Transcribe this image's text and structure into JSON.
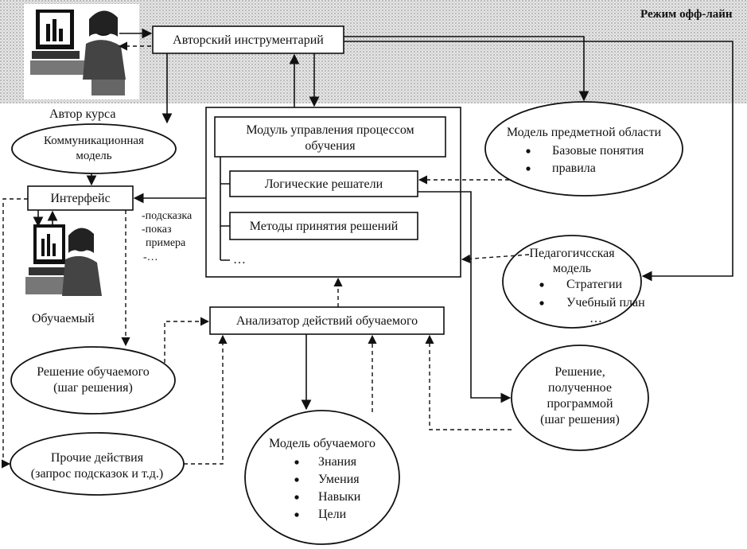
{
  "offline_mode": "Режим офф-лайн",
  "author": {
    "caption": "Автор курса"
  },
  "learner": {
    "caption": "Обучаемый"
  },
  "authoring_tools": "Авторский инструментарий",
  "communication_model": {
    "line1": "Коммуникационная",
    "line2": "модель"
  },
  "interface": "Интерфейс",
  "interface_outputs": [
    "-подсказка",
    "-показ",
    "примера",
    "-…"
  ],
  "control_module": {
    "title_line1": "Модуль управления процессом",
    "title_line2": "обучения",
    "logic_solvers": "Логические решатели",
    "decision_methods": "Методы принятия решений",
    "ellipsis": "…"
  },
  "domain_model": {
    "title": "Модель предметной области",
    "items": [
      "Базовые понятия",
      "правила"
    ]
  },
  "pedagogical_model": {
    "title_line1": "Педагогичсская",
    "title_line2": "модель",
    "items": [
      "Стратегии",
      "Учебный план"
    ],
    "ellipsis": "…"
  },
  "action_analyzer": "Анализатор действий обучаемого",
  "learner_solution": {
    "line1": "Решение обучаемого",
    "line2": "(шаг решения)"
  },
  "other_actions": {
    "line1": "Прочие действия",
    "line2": "(запрос подсказок и т.д.)"
  },
  "learner_model": {
    "title": "Модель обучаемого",
    "items": [
      "Знания",
      "Умения",
      "Навыки",
      "Цели"
    ]
  },
  "program_solution": {
    "lines": [
      "Решение,",
      "полученное",
      "программой",
      "(шаг решения)"
    ]
  }
}
